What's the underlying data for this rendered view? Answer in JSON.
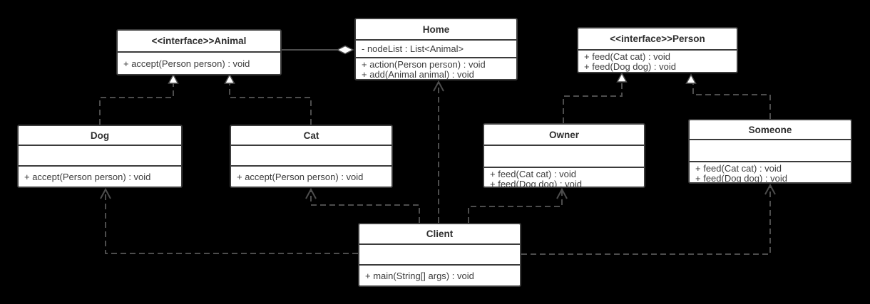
{
  "colors": {
    "background": "#000000",
    "box_fill": "#ffffff",
    "box_border": "#3b3b3b",
    "text": "#3d3d3d",
    "connector": "#555555",
    "arrowhead_fill": "#ffffff"
  },
  "diagram": {
    "classes": {
      "animal": {
        "title": "<<interface>>Animal",
        "attributes": [],
        "methods": [
          "+ accept(Person person) : void"
        ]
      },
      "home": {
        "title": "Home",
        "attributes": [
          "- nodeList : List<Animal>"
        ],
        "methods": [
          "+ action(Person person) : void",
          "+ add(Animal animal) : void"
        ]
      },
      "person": {
        "title": "<<interface>>Person",
        "attributes": [],
        "methods": [
          "+ feed(Cat cat) : void",
          "+ feed(Dog dog) : void"
        ]
      },
      "dog": {
        "title": "Dog",
        "attributes": [],
        "methods": [
          "+ accept(Person person) : void"
        ]
      },
      "cat": {
        "title": "Cat",
        "attributes": [],
        "methods": [
          "+ accept(Person person) : void"
        ]
      },
      "owner": {
        "title": "Owner",
        "attributes": [],
        "methods": [
          "+ feed(Cat cat) : void",
          "+ feed(Dog dog) : void"
        ]
      },
      "someone": {
        "title": "Someone",
        "attributes": [],
        "methods": [
          "+ feed(Cat cat) : void",
          "+ feed(Dog dog) : void"
        ]
      },
      "client": {
        "title": "Client",
        "attributes": [],
        "methods": [
          "+ main(String[] args) : void"
        ]
      }
    },
    "relations": [
      {
        "from": "Dog",
        "to": "<<interface>>Animal",
        "type": "realization"
      },
      {
        "from": "Cat",
        "to": "<<interface>>Animal",
        "type": "realization"
      },
      {
        "from": "Owner",
        "to": "<<interface>>Person",
        "type": "realization"
      },
      {
        "from": "Someone",
        "to": "<<interface>>Person",
        "type": "realization"
      },
      {
        "from": "Home",
        "to": "<<interface>>Animal",
        "type": "aggregation"
      },
      {
        "from": "Client",
        "to": "Home",
        "type": "dependency"
      },
      {
        "from": "Client",
        "to": "Dog",
        "type": "dependency"
      },
      {
        "from": "Client",
        "to": "Cat",
        "type": "dependency"
      },
      {
        "from": "Client",
        "to": "Owner",
        "type": "dependency"
      },
      {
        "from": "Client",
        "to": "Someone",
        "type": "dependency"
      }
    ]
  }
}
